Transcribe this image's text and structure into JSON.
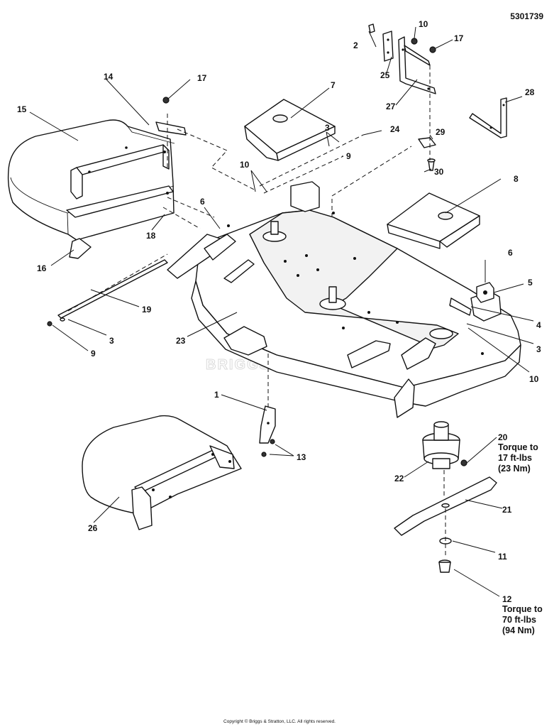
{
  "drawing_number": "5301739",
  "copyright": "Copyright © Briggs & Stratton, LLC. All rights reserved.",
  "watermark": "BRIGGS & STRATTON",
  "callouts": [
    {
      "id": "c1",
      "label": "1"
    },
    {
      "id": "c2",
      "label": "2"
    },
    {
      "id": "c3a",
      "label": "3"
    },
    {
      "id": "c3b",
      "label": "3"
    },
    {
      "id": "c3c",
      "label": "3"
    },
    {
      "id": "c4",
      "label": "4"
    },
    {
      "id": "c5",
      "label": "5"
    },
    {
      "id": "c6a",
      "label": "6"
    },
    {
      "id": "c6b",
      "label": "6"
    },
    {
      "id": "c7",
      "label": "7"
    },
    {
      "id": "c8",
      "label": "8"
    },
    {
      "id": "c9a",
      "label": "9"
    },
    {
      "id": "c9b",
      "label": "9"
    },
    {
      "id": "c10a",
      "label": "10"
    },
    {
      "id": "c10b",
      "label": "10"
    },
    {
      "id": "c10c",
      "label": "10"
    },
    {
      "id": "c11",
      "label": "11"
    },
    {
      "id": "c12",
      "label": "12"
    },
    {
      "id": "c13",
      "label": "13"
    },
    {
      "id": "c14",
      "label": "14"
    },
    {
      "id": "c15",
      "label": "15"
    },
    {
      "id": "c16",
      "label": "16"
    },
    {
      "id": "c17a",
      "label": "17"
    },
    {
      "id": "c17b",
      "label": "17"
    },
    {
      "id": "c18",
      "label": "18"
    },
    {
      "id": "c19",
      "label": "19"
    },
    {
      "id": "c20",
      "label": "20"
    },
    {
      "id": "c21",
      "label": "21"
    },
    {
      "id": "c22",
      "label": "22"
    },
    {
      "id": "c23",
      "label": "23"
    },
    {
      "id": "c24",
      "label": "24"
    },
    {
      "id": "c25",
      "label": "25"
    },
    {
      "id": "c26",
      "label": "26"
    },
    {
      "id": "c27",
      "label": "27"
    },
    {
      "id": "c28",
      "label": "28"
    },
    {
      "id": "c29",
      "label": "29"
    },
    {
      "id": "c30",
      "label": "30"
    }
  ],
  "torque_notes": {
    "part_20": [
      "Torque to",
      "17 ft-lbs",
      "(23 Nm)"
    ],
    "part_12": [
      "Torque to",
      "70 ft-lbs",
      "(94 Nm)"
    ]
  }
}
